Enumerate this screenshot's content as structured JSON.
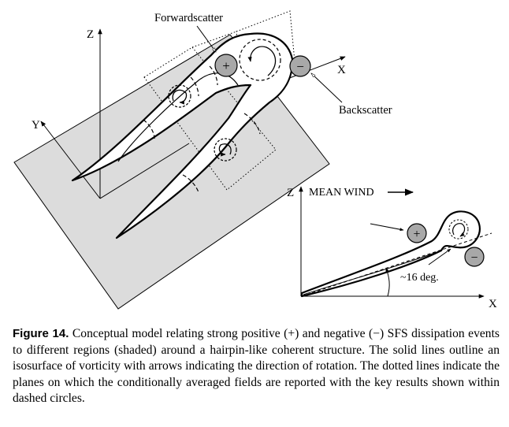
{
  "labels": {
    "forwardscatter": "Forwardscatter",
    "backscatter": "Backscatter",
    "z_main": "Z",
    "y_main": "Y",
    "x_main": "X",
    "z_inset": "Z",
    "x_inset": "X",
    "mean_wind": "MEAN WIND",
    "angle": "~16 deg.",
    "plus": "+",
    "minus": "−"
  },
  "caption": {
    "figure_label": "Figure 14.",
    "text": " Conceptual model relating strong positive (+) and negative (−) SFS dissipation events to different regions (shaded) around a hairpin-like coherent structure. The solid lines outline an isosurface of vorticity with arrows indicating the direction of rotation. The dotted lines indicate the planes on which the conditionally averaged fields are reported with the key results shown within dashed circles."
  },
  "colors": {
    "plane_fill": "#dcdcdc",
    "region_fill": "#a8a8a8",
    "line": "#000000"
  }
}
